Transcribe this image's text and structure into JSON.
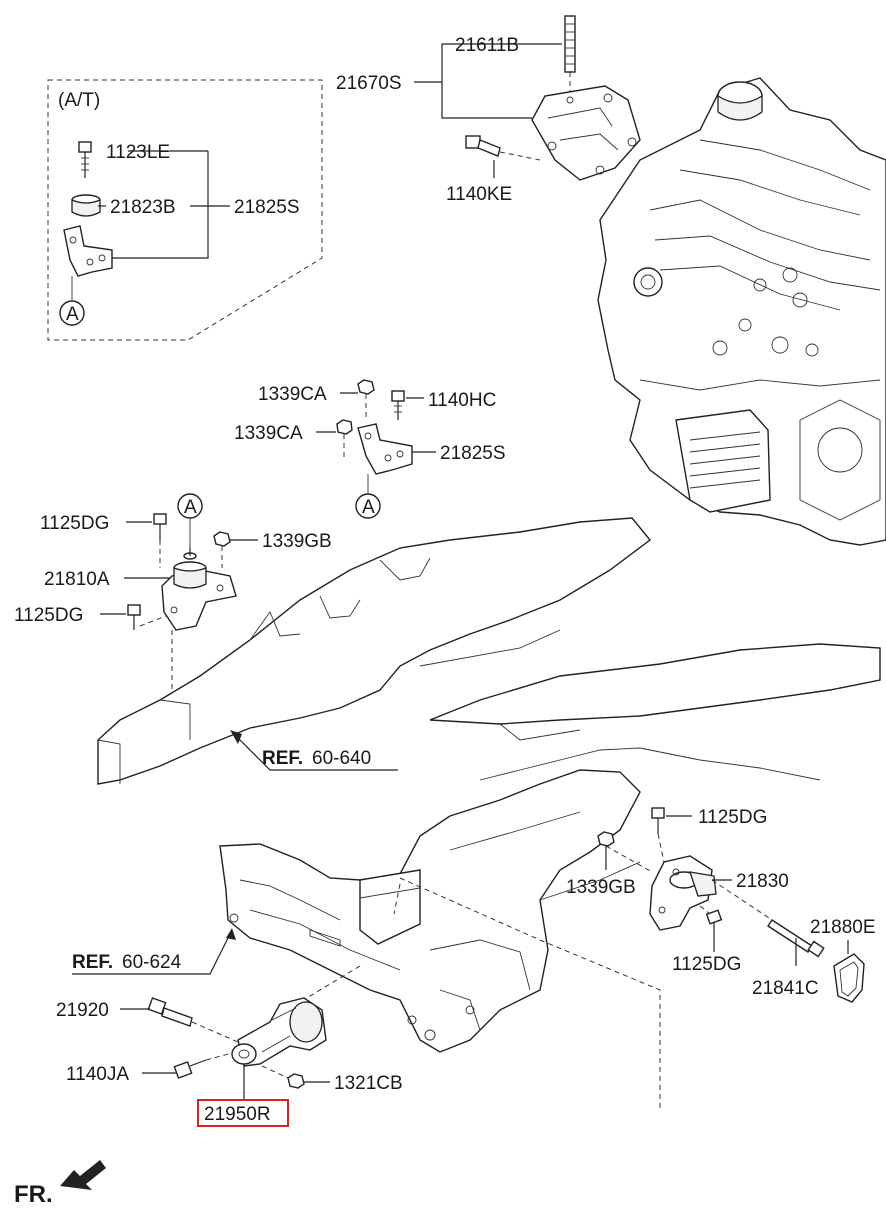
{
  "labels": {
    "at_note": "(A/T)",
    "p21611B": "21611B",
    "p21670S": "21670S",
    "p1140KE": "1140KE",
    "p1123LE": "1123LE",
    "p21823B": "21823B",
    "p21825S_a": "21825S",
    "ref_a1": "A",
    "p1339CA_1": "1339CA",
    "p1140HC": "1140HC",
    "p1339CA_2": "1339CA",
    "p21825S_b": "21825S",
    "ref_a2": "A",
    "ref_a3": "A",
    "p1125DG_1": "1125DG",
    "p1339GB_1": "1339GB",
    "p21810A": "21810A",
    "p1125DG_2": "1125DG",
    "ref_60640_bold": "REF.",
    "ref_60640": "60-640",
    "p1125DG_3": "1125DG",
    "p1339GB_2": "1339GB",
    "p21830": "21830",
    "p1125DG_4": "1125DG",
    "p21880E": "21880E",
    "p21841C": "21841C",
    "ref_60624_bold": "REF.",
    "ref_60624": "60-624",
    "p21920": "21920",
    "p1140JA": "1140JA",
    "p1321CB": "1321CB",
    "p21950R": "21950R",
    "fr": "FR."
  },
  "colors": {
    "highlight_box": "#e02020",
    "ink": "#1a1a1a"
  }
}
